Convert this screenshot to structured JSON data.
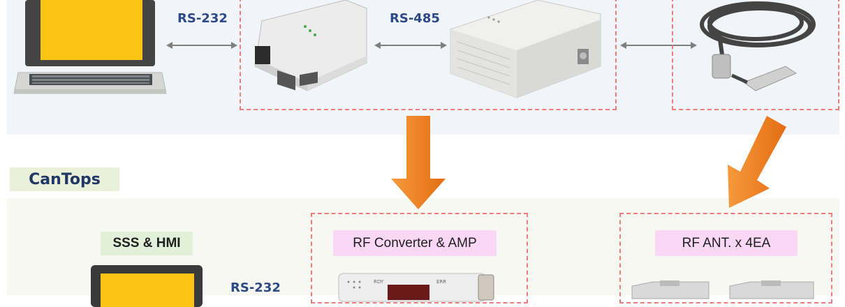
{
  "top": {
    "link_left_label": "RS-232",
    "link_right_label": "RS-485"
  },
  "bottom": {
    "section_title": "CanTops",
    "host_label": "SSS & HMI",
    "converter_label": "RF Converter & AMP",
    "antenna_label": "RF ANT. x 4EA",
    "link_label": "RS-232"
  },
  "colors": {
    "arrow": "#ef7b20",
    "dash": "#f07c7c",
    "label_blue": "#2b4a86"
  }
}
